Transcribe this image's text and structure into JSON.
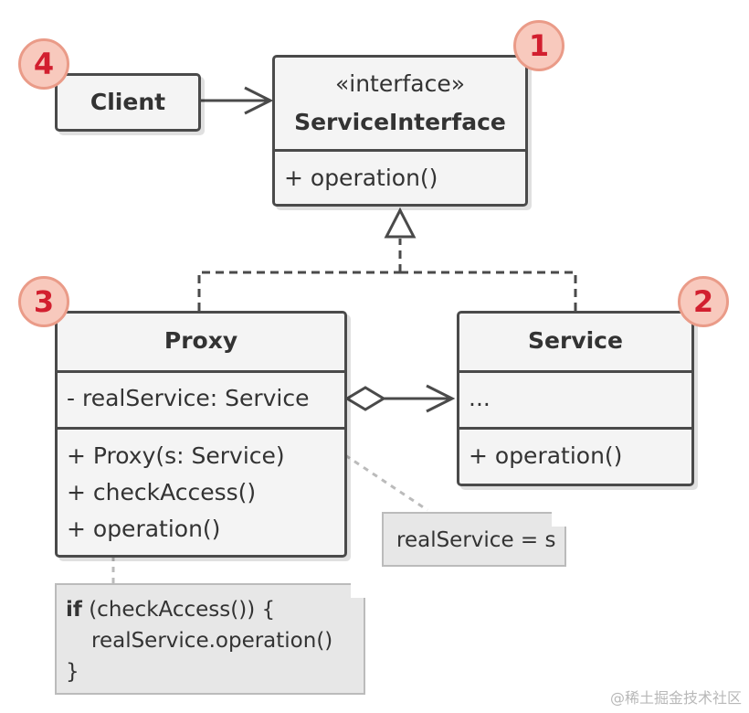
{
  "colors": {
    "stroke": "#4a4a4a",
    "box_fill": "#f4f4f4",
    "note_fill": "#e7e7e7",
    "badge_fill": "#f8c9bd",
    "badge_text": "#d21f2f"
  },
  "client": {
    "name": "Client",
    "badge": "4"
  },
  "service_interface": {
    "stereotype": "«interface»",
    "name": "ServiceInterface",
    "method": "+ operation()",
    "badge": "1"
  },
  "proxy": {
    "name": "Proxy",
    "field": "- realService: Service",
    "methods": [
      "+ Proxy(s: Service)",
      "+ checkAccess()",
      "+ operation()"
    ],
    "badge": "3"
  },
  "service": {
    "name": "Service",
    "field": "...",
    "method": "+ operation()",
    "badge": "2"
  },
  "note_constructor": {
    "text": "realService = s"
  },
  "note_operation": {
    "keyword": "if",
    "line1_rest": " (checkAccess()) {",
    "line2": "realService.operation()",
    "line3": "}"
  },
  "watermark": "@稀土掘金技术社区"
}
